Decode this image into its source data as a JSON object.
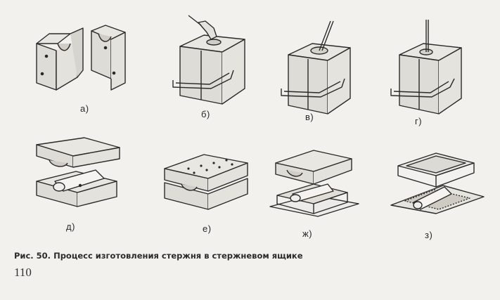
{
  "panels": [
    {
      "label": "а)",
      "description": "two halves of open core box"
    },
    {
      "label": "б)",
      "description": "filling box with core mixture"
    },
    {
      "label": "в)",
      "description": "ramming mixture with rod"
    },
    {
      "label": "г)",
      "description": "venting core with wire"
    },
    {
      "label": "д)",
      "description": "opening box to remove core"
    },
    {
      "label": "е)",
      "description": "closed two-part box with vents"
    },
    {
      "label": "ж)",
      "description": "core on plate between box halves"
    },
    {
      "label": "з)",
      "description": "core with frame on sand bed"
    }
  ],
  "caption": {
    "figure": "Рис. 50.",
    "text": "Процесс изготовления стержня в стержневом ящике"
  },
  "page_number": "110"
}
